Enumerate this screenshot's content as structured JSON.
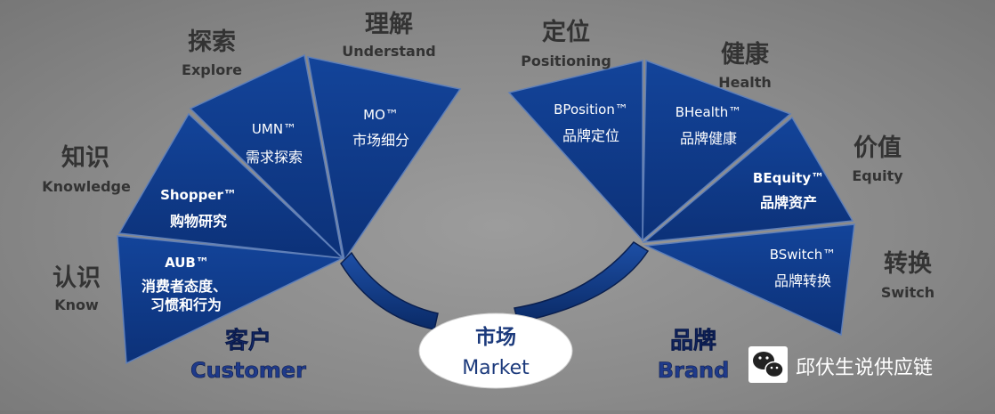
{
  "customer": {
    "zh": "客户",
    "en": "Customer",
    "segments": [
      {
        "title": "AUB™",
        "sub1": "消费者态度、",
        "sub2": "习惯和行为",
        "label_zh": "认识",
        "label_en": "Know"
      },
      {
        "title": "Shopper™",
        "sub1": "购物研究",
        "label_zh": "知识",
        "label_en": "Knowledge"
      },
      {
        "title": "UMN™",
        "sub1": "需求探索",
        "label_zh": "探索",
        "label_en": "Explore"
      },
      {
        "title": "MO™",
        "sub1": "市场细分",
        "label_zh": "理解",
        "label_en": "Understand"
      }
    ]
  },
  "brand": {
    "zh": "品牌",
    "en": "Brand",
    "segments": [
      {
        "title": "BPosition™",
        "sub1": "品牌定位",
        "label_zh": "定位",
        "label_en": "Positioning"
      },
      {
        "title": "BHealth™",
        "sub1": "品牌健康",
        "label_zh": "健康",
        "label_en": "Health"
      },
      {
        "title": "BEquity™",
        "sub1": "品牌资产",
        "label_zh": "价值",
        "label_en": "Equity"
      },
      {
        "title": "BSwitch™",
        "sub1": "品牌转换",
        "label_zh": "转换",
        "label_en": "Switch"
      }
    ]
  },
  "market": {
    "zh": "市场",
    "en": "Market"
  },
  "watermark": {
    "text": "邱伏生说供应链",
    "icon": "wechat-icon"
  },
  "colors": {
    "segment": "#0f3b8c",
    "segment_edge": "#082a6a",
    "label": "#333333",
    "group_text": "#1f3a8a"
  }
}
